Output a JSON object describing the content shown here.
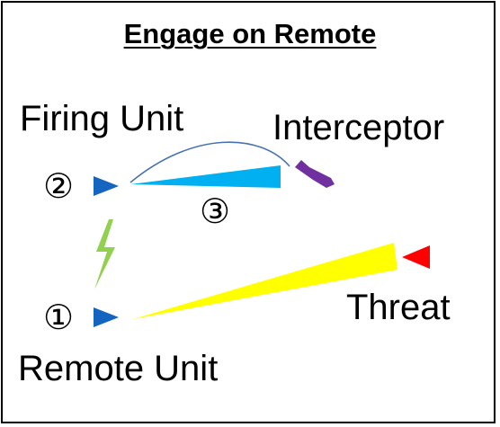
{
  "title": "Engage on Remote",
  "labels": {
    "firing_unit": "Firing Unit",
    "interceptor": "Interceptor",
    "threat": "Threat",
    "remote_unit": "Remote Unit"
  },
  "steps": {
    "step1": "①",
    "step2": "②",
    "step3": "③"
  },
  "colors": {
    "unit_marker": "#1565c0",
    "interceptor_beam": "#00b0f0",
    "interceptor_body": "#7030a0",
    "threat_marker": "#ff0000",
    "threat_beam": "#ffff00",
    "link_bolt": "#92d050",
    "flight_path": "#4a72b0"
  },
  "icons": {
    "link": "lightning-bolt-icon",
    "unit": "triangle-marker-icon"
  }
}
